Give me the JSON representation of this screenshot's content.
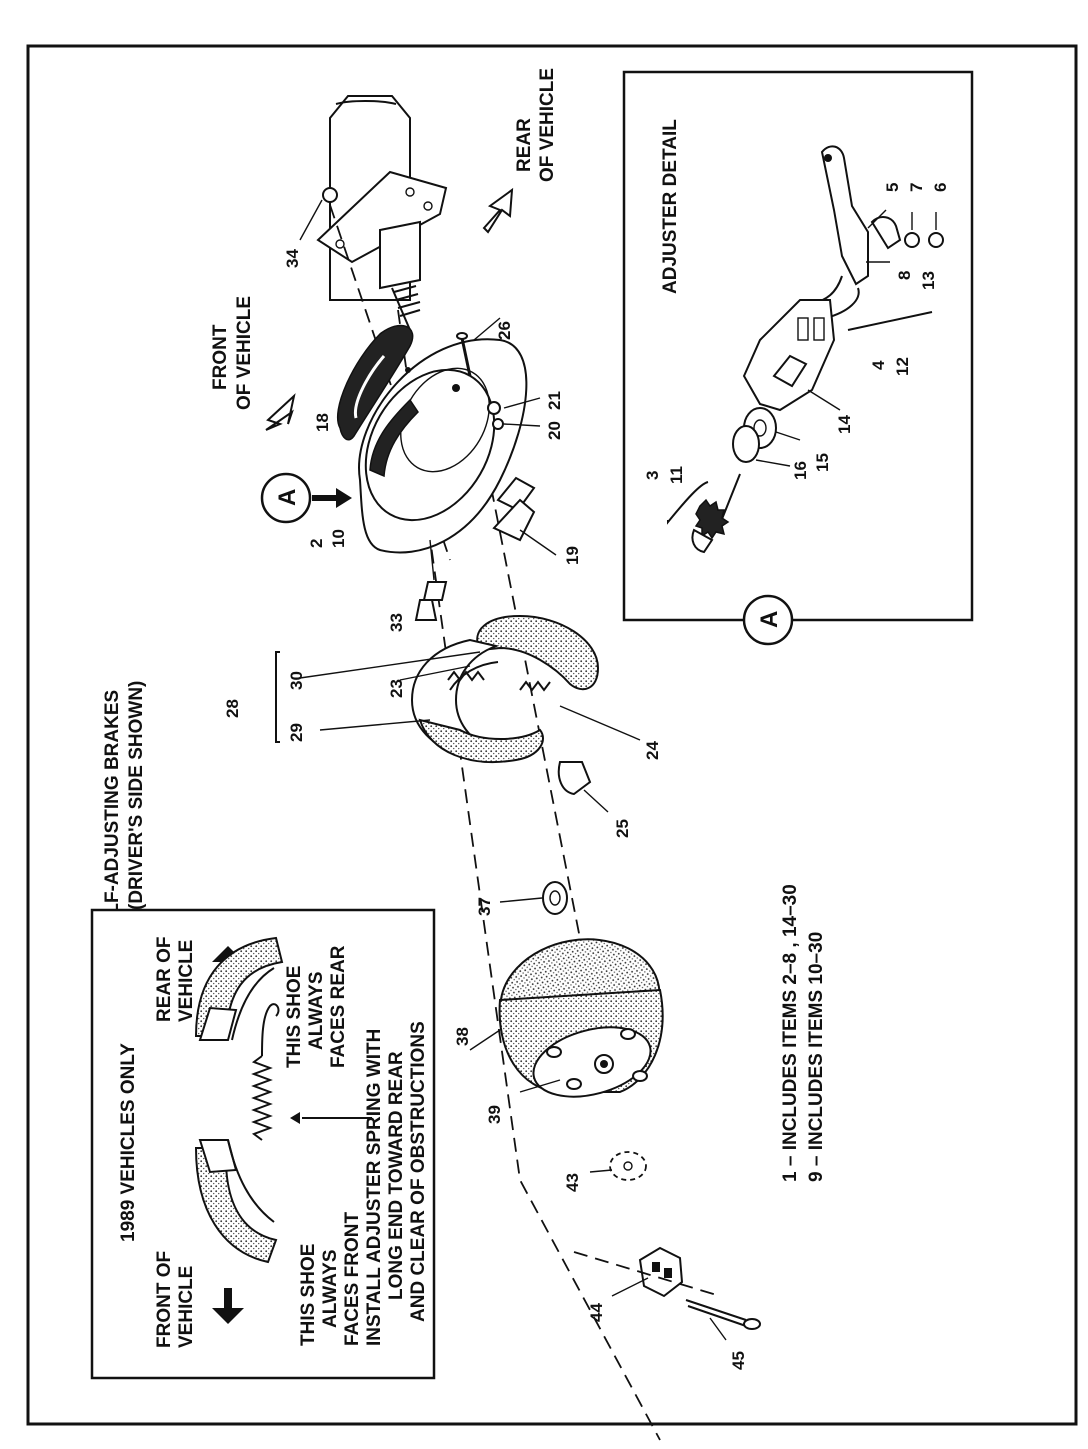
{
  "title": {
    "line1": "SELF-ADJUSTING BRAKES",
    "line2": "(DRIVER'S SIDE SHOWN)"
  },
  "directions": {
    "front_line1": "FRONT",
    "front_line2": "OF VEHICLE",
    "rear_line1": "REAR",
    "rear_line2": "OF VEHICLE"
  },
  "adjuster_detail": {
    "title": "ADJUSTER DETAIL",
    "callout": "A"
  },
  "callout_marker": "A",
  "inset_1989": {
    "title": "1989 VEHICLES ONLY",
    "front_line1": "FRONT OF",
    "front_line2": "VEHICLE",
    "rear_line1": "REAR OF",
    "rear_line2": "VEHICLE",
    "front_shoe_line1": "THIS SHOE",
    "front_shoe_line2": "ALWAYS",
    "front_shoe_line3": "FACES FRONT",
    "rear_shoe_line1": "THIS SHOE",
    "rear_shoe_line2": "ALWAYS",
    "rear_shoe_line3": "FACES REAR",
    "install_line1": "INSTALL ADJUSTER SPRING WITH",
    "install_line2": "LONG END TOWARD REAR",
    "install_line3": "AND CLEAR OF OBSTRUCTIONS"
  },
  "notes": [
    "1 – INCLUDES ITEMS 2–8 , 14–30",
    "9 – INCLUDES ITEMS 10–30"
  ],
  "part_numbers": {
    "p2": "2",
    "p10": "10",
    "p18": "18",
    "p19": "19",
    "p20": "20",
    "p21": "21",
    "p23": "23",
    "p24": "24",
    "p25": "25",
    "p26": "26",
    "p28": "28",
    "p29": "29",
    "p30": "30",
    "p33": "33",
    "p34": "34",
    "p37": "37",
    "p38": "38",
    "p39": "39",
    "p43": "43",
    "p44": "44",
    "p45": "45",
    "p3": "3",
    "p11": "11",
    "p4": "4",
    "p12": "12",
    "p5": "5",
    "p6": "6",
    "p7": "7",
    "p8": "8",
    "p13": "13",
    "p14": "14",
    "p15": "15",
    "p16": "16"
  }
}
